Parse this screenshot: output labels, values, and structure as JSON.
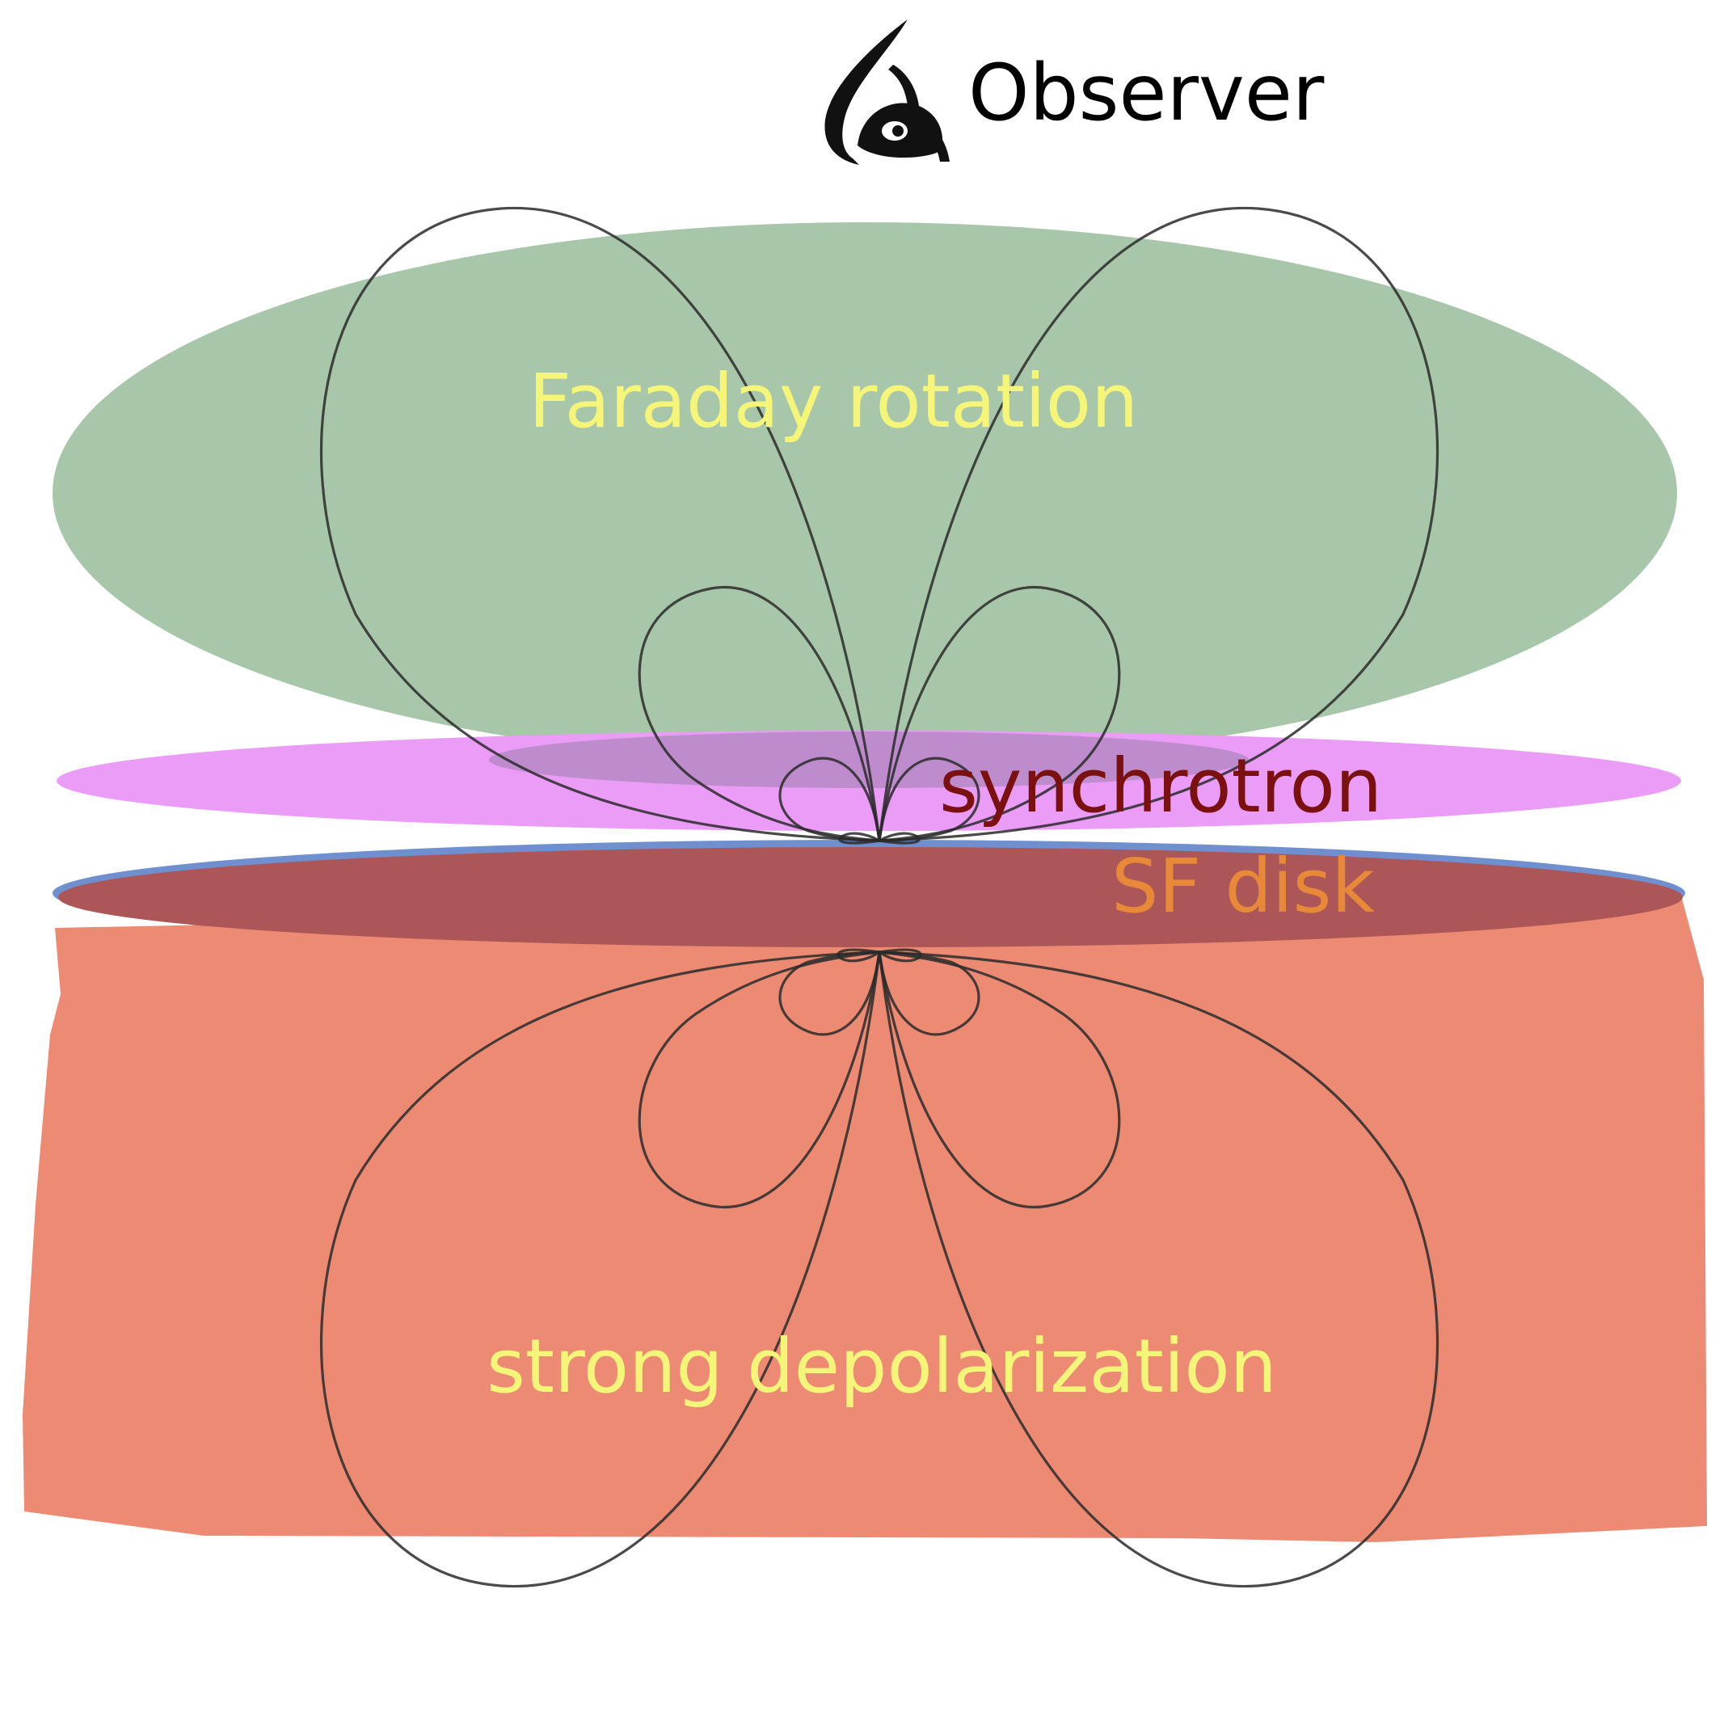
{
  "observer": {
    "label": "Observer",
    "icon": "eye-icon"
  },
  "regions": {
    "faraday": {
      "label": "Faraday rotation",
      "fill": "#a8c6a9",
      "text_color": "#f5f57a"
    },
    "synchrotron": {
      "label": "synchrotron",
      "fill": "#ea9cf7",
      "text_color": "#7a1010"
    },
    "sf_disk": {
      "label": "SF disk",
      "fill": "#ac5658",
      "edge": "#6f8fcf",
      "text_color": "#e8893a"
    },
    "depolarization": {
      "label": "strong depolarization",
      "fill": "#ec8a73",
      "text_color": "#f5f57a"
    }
  }
}
